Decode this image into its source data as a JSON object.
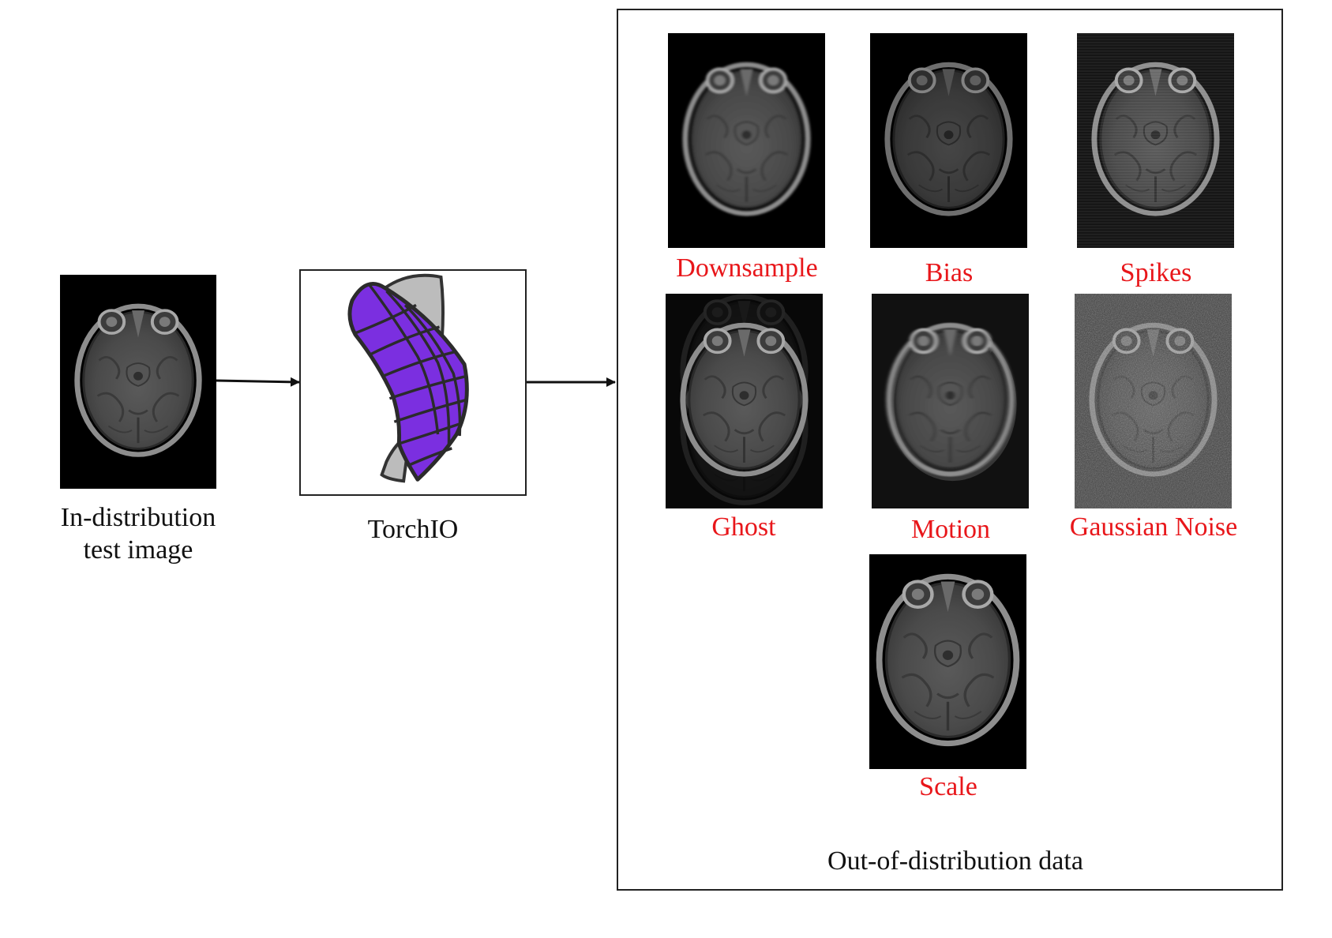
{
  "input": {
    "label_line1": "In-distribution",
    "label_line2": "test image"
  },
  "tool": {
    "label": "TorchIO",
    "logo_colors": {
      "fill": "#7b2fe0",
      "back": "#bcbcbc",
      "outline": "#333333"
    }
  },
  "ood": {
    "caption": "Out-of-distribution data",
    "items": [
      {
        "label": "Downsample",
        "effect": "downsample"
      },
      {
        "label": "Bias",
        "effect": "bias"
      },
      {
        "label": "Spikes",
        "effect": "spikes"
      },
      {
        "label": "Ghost",
        "effect": "ghost"
      },
      {
        "label": "Motion",
        "effect": "motion"
      },
      {
        "label": "Gaussian Noise",
        "effect": "noise"
      },
      {
        "label": "Scale",
        "effect": "scale"
      }
    ]
  },
  "colors": {
    "augmentation_label": "#e8161a",
    "text": "#111111"
  }
}
